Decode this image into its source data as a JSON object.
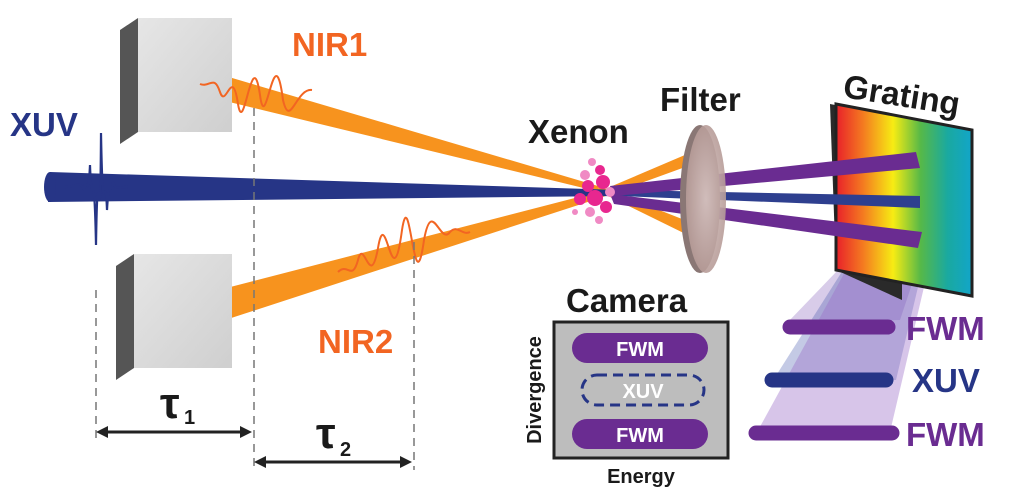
{
  "labels": {
    "xuv": "XUV",
    "nir1": "NIR1",
    "nir2": "NIR2",
    "xenon": "Xenon",
    "filter": "Filter",
    "grating": "Grating",
    "camera": "Camera",
    "tau1_symbol": "τ",
    "tau1_sub": "1",
    "tau2_symbol": "τ",
    "tau2_sub": "2",
    "camera_fwm_top": "FWM",
    "camera_xuv": "XUV",
    "camera_fwm_bottom": "FWM",
    "axis_divergence": "Divergence",
    "axis_energy": "Energy",
    "out_fwm_top": "FWM",
    "out_xuv": "XUV",
    "out_fwm_bottom": "FWM"
  },
  "colors": {
    "xuv_blue": "#263586",
    "nir_orange": "#f7931e",
    "label_orange": "#f26522",
    "fwm_purple": "#6a2c91",
    "xenon_pink": "#e8278f",
    "mirror_gray": "#d9d9d9",
    "camera_gray": "#bdbdbd"
  }
}
